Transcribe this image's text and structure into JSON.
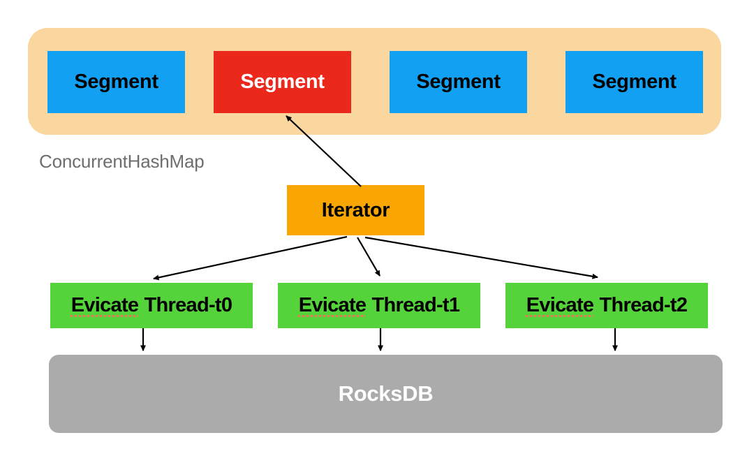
{
  "diagram": {
    "hashmap": {
      "label": "ConcurrentHashMap",
      "container_color": "#FBD7A0",
      "segments": [
        {
          "label": "Segment",
          "color": "#12A1F2",
          "text_color": "#000000"
        },
        {
          "label": "Segment",
          "color": "#EA281C",
          "text_color": "#FFFFFF"
        },
        {
          "label": "Segment",
          "color": "#12A1F2",
          "text_color": "#000000"
        },
        {
          "label": "Segment",
          "color": "#12A1F2",
          "text_color": "#000000"
        }
      ]
    },
    "iterator": {
      "label": "Iterator",
      "color": "#F9A602",
      "text_color": "#000000"
    },
    "threads": [
      {
        "underlined_word": "Evicate",
        "rest": "Thread-t0",
        "color": "#55D33A",
        "text_color": "#000000"
      },
      {
        "underlined_word": "Evicate",
        "rest": "Thread-t1",
        "color": "#55D33A",
        "text_color": "#000000"
      },
      {
        "underlined_word": "Evicate",
        "rest": "Thread-t2",
        "color": "#55D33A",
        "text_color": "#000000"
      }
    ],
    "storage": {
      "label": "RocksDB",
      "color": "#ABABAB",
      "text_color": "#FFFFFF"
    },
    "arrow_color": "#000000",
    "spellcheck_underline_color": "#FF6A5A"
  }
}
